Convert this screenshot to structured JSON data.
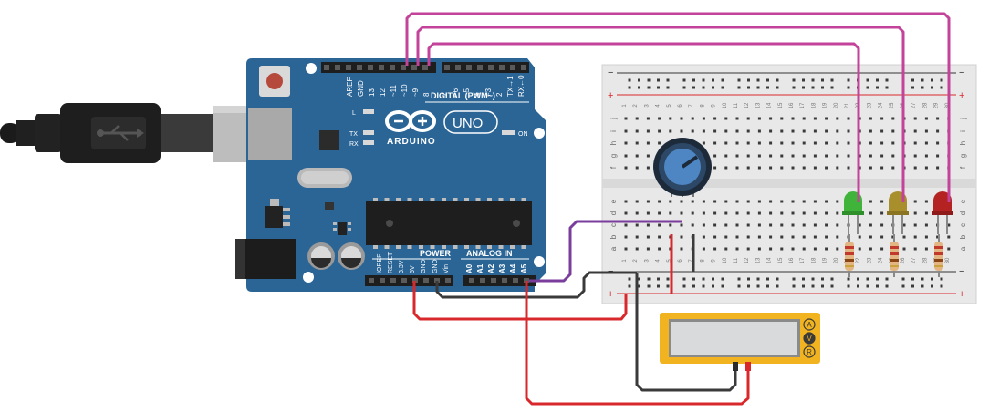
{
  "arduino": {
    "brand": "ARDUINO",
    "model": "UNO",
    "digital_header": "DIGITAL (PWM~)",
    "power_header": "POWER",
    "analog_header": "ANALOG IN",
    "led_l": "L",
    "led_tx": "TX",
    "led_rx": "RX",
    "on_label": "ON",
    "digital_pins": [
      "AREF",
      "GND",
      "13",
      "12",
      "~11",
      "~10",
      "~9",
      "8",
      "7",
      "~6",
      "~5",
      "4",
      "~3",
      "2",
      "TX→1",
      "RX←0"
    ],
    "power_pins": [
      "IOREF",
      "RESET",
      "3.3V",
      "5V",
      "GND",
      "GND",
      "Vin"
    ],
    "analog_pins": [
      "A0",
      "A1",
      "A2",
      "A3",
      "A4",
      "A5"
    ]
  },
  "breadboard": {
    "row_letters_top": [
      "j",
      "i",
      "h",
      "g",
      "f"
    ],
    "row_letters_bottom": [
      "e",
      "d",
      "c",
      "b",
      "a"
    ],
    "column_numbers_top": [
      "1",
      "5",
      "10",
      "15",
      "20",
      "21",
      "22",
      "23",
      "24",
      "25",
      "26",
      "27",
      "28",
      "29",
      "30"
    ],
    "column_numbers_bottom": [
      "1",
      "2",
      "3",
      "4",
      "5",
      "6",
      "7",
      "8",
      "9",
      "10",
      "11",
      "12",
      "13",
      "14",
      "15",
      "16",
      "17",
      "18",
      "19",
      "20",
      "21",
      "22",
      "23",
      "24",
      "25",
      "26",
      "27",
      "28",
      "29",
      "30"
    ],
    "rail_minus": "−",
    "rail_plus": "+"
  },
  "multimeter": {
    "mode_buttons": [
      "A",
      "V",
      "R"
    ],
    "active_mode": "V"
  },
  "leds": [
    {
      "color": "green",
      "hex": "#3fb33a"
    },
    {
      "color": "yellow",
      "hex": "#a88f2c"
    },
    {
      "color": "red",
      "hex": "#b52222"
    }
  ],
  "colors": {
    "board": "#2a6596",
    "wire_magenta": "#c4439a",
    "wire_red": "#d8282b",
    "wire_black": "#3a3a3a",
    "wire_purple": "#7a3d9c",
    "multimeter_body": "#f2b320"
  }
}
